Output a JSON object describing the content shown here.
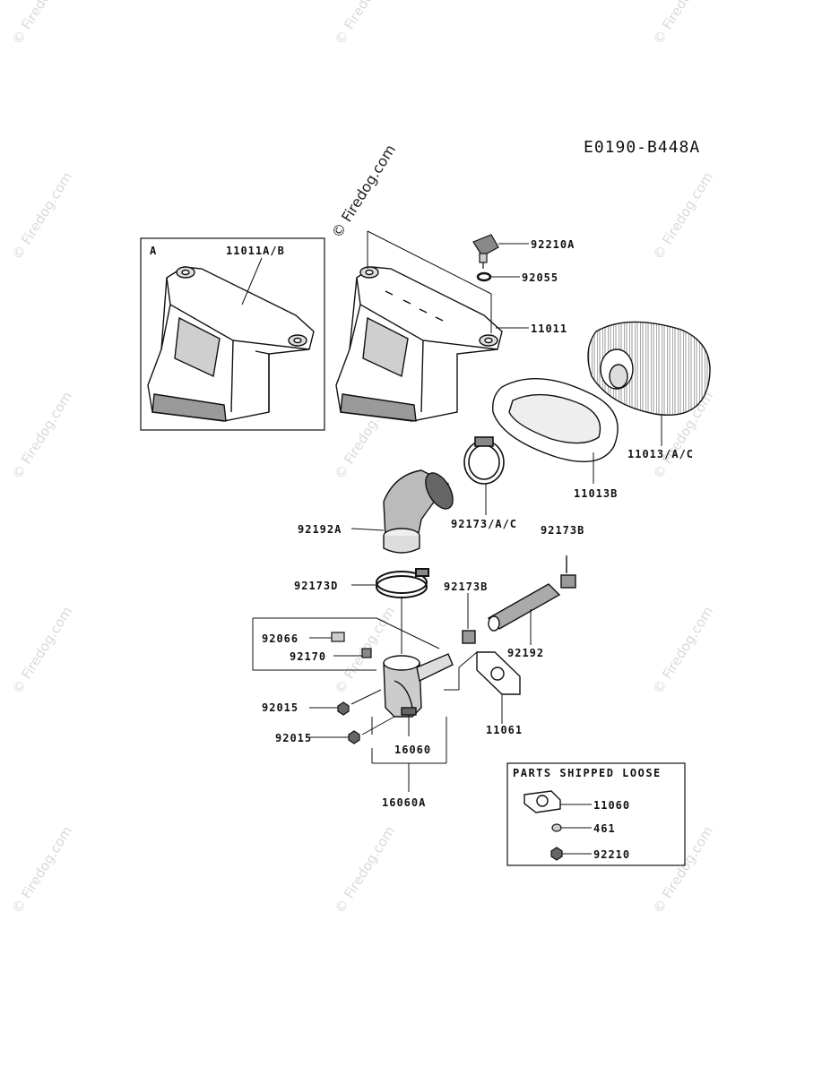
{
  "diagram_code": "E0190-B448A",
  "watermark": "© Firedog.com",
  "inset_a": {
    "marker": "A",
    "part": "11011A/B"
  },
  "parts_loose": {
    "title": "PARTS SHIPPED LOOSE",
    "items": [
      "11060",
      "461",
      "92210"
    ]
  },
  "labels": {
    "p92210A": "92210A",
    "p92055": "92055",
    "p11011": "11011",
    "p11013AC": "11013/A/C",
    "p11013B": "11013B",
    "p92173AC": "92173/A/C",
    "p92192A": "92192A",
    "p92173B_top": "92173B",
    "p92173D": "92173D",
    "p92173B_mid": "92173B",
    "p92066": "92066",
    "p92170": "92170",
    "p92192": "92192",
    "p92015_a": "92015",
    "p92015_b": "92015",
    "p11061": "11061",
    "p16060": "16060",
    "p16060A": "16060A"
  }
}
